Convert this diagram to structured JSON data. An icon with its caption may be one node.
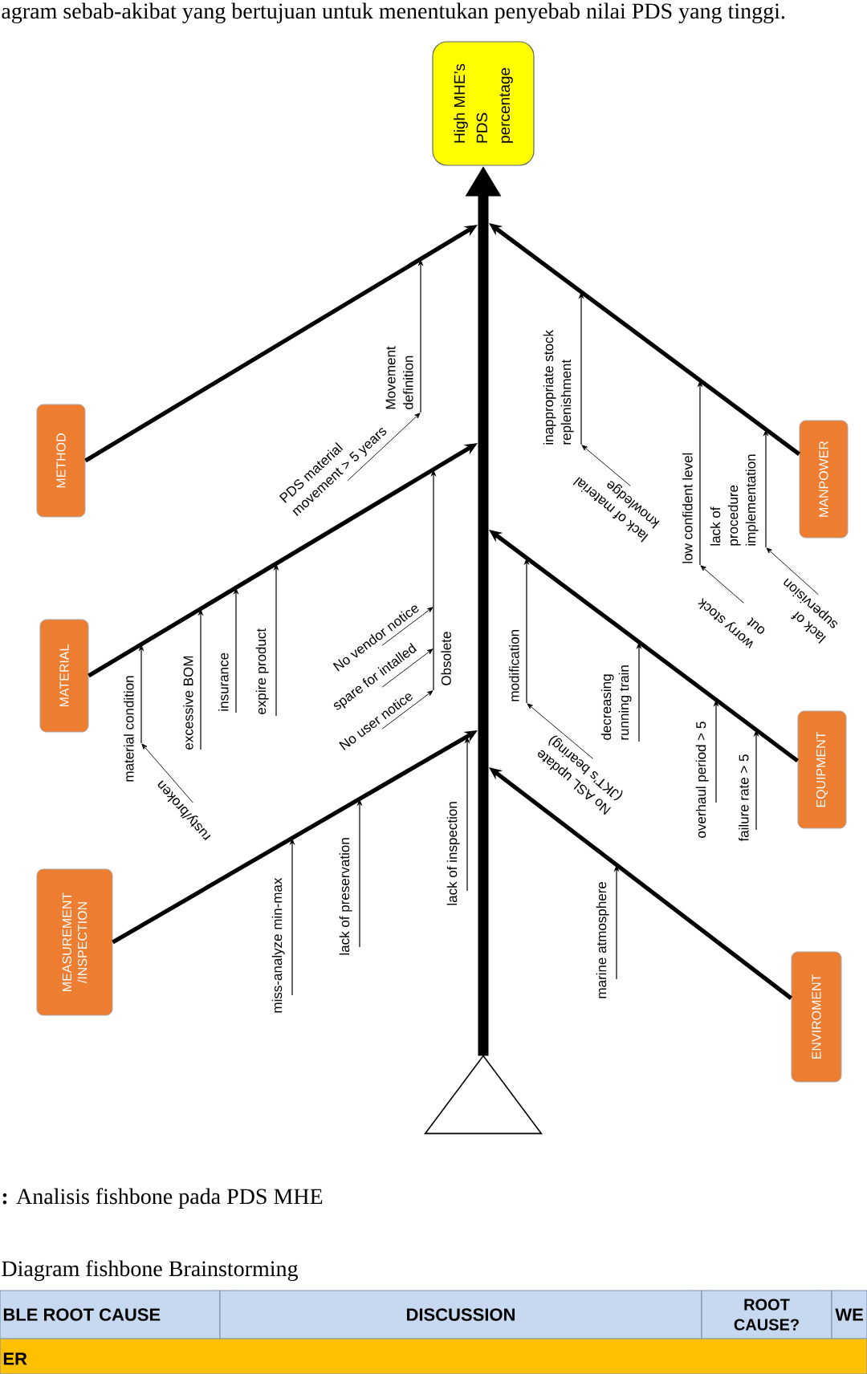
{
  "diagram": {
    "caption": "**:** Analisis fishbone pada PDS MHE",
    "nodes": [
      {
        "text": [
          "High MHE’s PDS percentage"
        ]
      },
      {
        "text": [
          "METHOD"
        ]
      },
      {
        "text": [
          "Movement definition"
        ]
      },
      {
        "text": [
          "PDS material movement > 5 years"
        ]
      },
      {
        "text": [
          "MANPOWER"
        ]
      },
      {
        "text": [
          "inappropriate stock replenishment"
        ]
      },
      {
        "text": [
          "lack of material knowledge"
        ]
      },
      {
        "text": [
          "low confident level"
        ]
      },
      {
        "text": [
          "worry stock out"
        ]
      },
      {
        "text": [
          "lack of procedure implementation"
        ]
      },
      {
        "text": [
          "lack of supervision"
        ]
      },
      {
        "text": [
          "MATERIAL"
        ]
      },
      {
        "text": [
          "material condition"
        ]
      },
      {
        "text": [
          "rusty/broken"
        ]
      },
      {
        "text": [
          "excessive BOM"
        ]
      },
      {
        "text": [
          "insurance"
        ]
      },
      {
        "text": [
          "expire product"
        ]
      },
      {
        "text": [
          "Obsolete"
        ]
      },
      {
        "text": [
          "No vendor notice"
        ]
      },
      {
        "text": [
          "spare for intalled"
        ]
      },
      {
        "text": [
          "No user notice"
        ]
      },
      {
        "text": [
          "EQUIPMENT"
        ]
      },
      {
        "text": [
          "modification"
        ]
      },
      {
        "text": [
          "No ASL update (JKT’s bearing)"
        ]
      },
      {
        "text": [
          "decreasing running train"
        ]
      },
      {
        "text": [
          "overhaul period > 5"
        ]
      },
      {
        "text": [
          "failure rate > 5"
        ]
      },
      {
        "text": [
          "MEASUREMENT /INSPECTION"
        ]
      },
      {
        "text": [
          "miss-analyze min-max"
        ]
      },
      {
        "text": [
          "lack of preservation"
        ]
      },
      {
        "text": [
          "lack of inspection"
        ]
      },
      {
        "text": [
          "ENVIROMENT"
        ]
      },
      {
        "text": [
          "marine atmosphere"
        ]
      },
      {
        "text": [],
        "shape": "triangle"
      }
    ],
    "edges": [
      {
        "from": 33,
        "to": 0,
        "arrow": "to",
        "style": "thick"
      },
      {
        "from": 1,
        "to": null,
        "arrow": "to",
        "style": "thick"
      },
      {
        "from": 4,
        "to": null,
        "arrow": "to",
        "style": "thick"
      },
      {
        "from": 11,
        "to": null,
        "arrow": "to",
        "style": "thick"
      },
      {
        "from": 21,
        "to": null,
        "arrow": "to",
        "style": "thick"
      },
      {
        "from": 27,
        "to": null,
        "arrow": "to",
        "style": "thick"
      },
      {
        "from": 31,
        "to": null,
        "arrow": "to",
        "style": "thick"
      },
      {
        "from": 2,
        "to": null,
        "arrow": "to"
      },
      {
        "from": 5,
        "to": null,
        "arrow": "to"
      },
      {
        "from": 7,
        "to": null,
        "arrow": "to"
      },
      {
        "from": 9,
        "to": null,
        "arrow": "to"
      },
      {
        "from": 12,
        "to": null,
        "arrow": "to"
      },
      {
        "from": 14,
        "to": null,
        "arrow": "to"
      },
      {
        "from": 15,
        "to": null,
        "arrow": "to"
      },
      {
        "from": 16,
        "to": null,
        "arrow": "to"
      },
      {
        "from": 17,
        "to": null,
        "arrow": "to"
      },
      {
        "from": 22,
        "to": null,
        "arrow": "to"
      },
      {
        "from": 24,
        "to": null,
        "arrow": "to"
      },
      {
        "from": 25,
        "to": null,
        "arrow": "to"
      },
      {
        "from": 26,
        "to": null,
        "arrow": "to"
      },
      {
        "from": 28,
        "to": null,
        "arrow": "to"
      },
      {
        "from": 29,
        "to": null,
        "arrow": "to"
      },
      {
        "from": 30,
        "to": null,
        "arrow": "to"
      },
      {
        "from": 32,
        "to": null,
        "arrow": "to"
      },
      {
        "from": 3,
        "to": 2,
        "arrow": "to"
      },
      {
        "from": 6,
        "to": 5,
        "arrow": "to"
      },
      {
        "from": 8,
        "to": 7,
        "arrow": "to"
      },
      {
        "from": 10,
        "to": 9,
        "arrow": "to"
      },
      {
        "from": 13,
        "to": 12,
        "arrow": "to"
      },
      {
        "from": 18,
        "to": 17,
        "arrow": "to"
      },
      {
        "from": 19,
        "to": 17,
        "arrow": "to"
      },
      {
        "from": 20,
        "to": 17,
        "arrow": "to"
      },
      {
        "from": 23,
        "to": 22,
        "arrow": "to"
      }
    ],
    "labels": [
      "agram sebab-akibat yang bertujuan untuk menentukan penyebab nilai PDS yang tinggi.",
      "Diagram fishbone Brainstorming",
      "BLE ROOT CAUSE",
      "DISCUSSION",
      "ROOT CAUSE?",
      "WE",
      "ER"
    ]
  }
}
